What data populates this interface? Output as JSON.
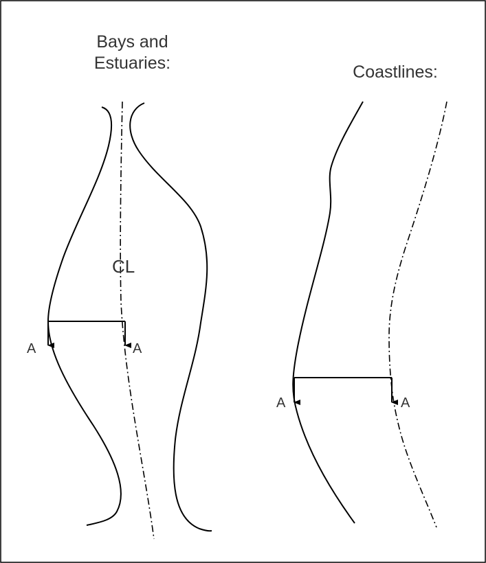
{
  "bays": {
    "title_line1": "Bays and",
    "title_line2": "Estuaries:",
    "centerline_symbol": "CL",
    "section_label_left": "A",
    "section_label_right": "A"
  },
  "coastlines": {
    "title": "Coastlines:",
    "section_label_left": "A",
    "section_label_right": "A"
  },
  "colors": {
    "stroke": "#000000",
    "text": "#333333",
    "border": "#000000"
  }
}
